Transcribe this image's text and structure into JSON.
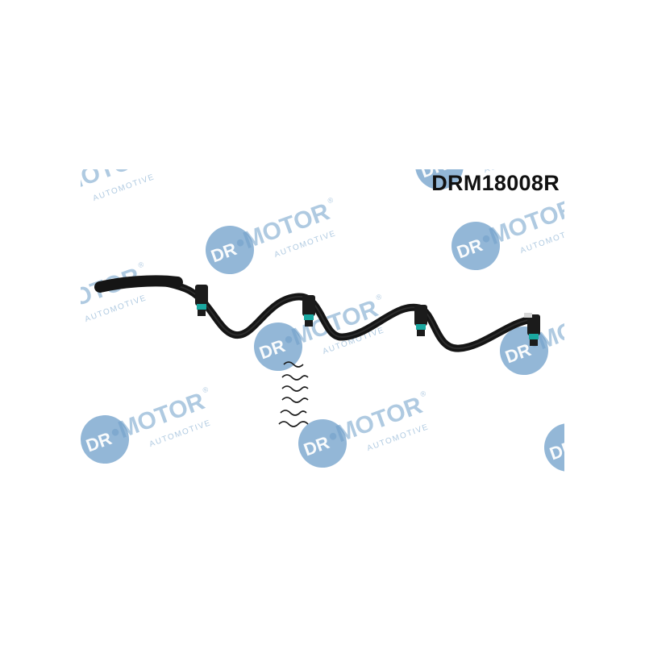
{
  "product": {
    "part_number": "DRM18008R",
    "description_icon": "fuel-return-hose-with-connectors"
  },
  "watermark": {
    "brand_left": "DR",
    "brand_right": "MOTOR",
    "tagline": "AUTOMOTIVE",
    "registered_mark": "®",
    "circle_color": "#6f9fc9",
    "text_color": "#5a8dbd"
  },
  "colors": {
    "hose": "#151515",
    "connector": "#1b1b1b",
    "o_ring": "#1aa8a0",
    "background": "#ffffff"
  }
}
